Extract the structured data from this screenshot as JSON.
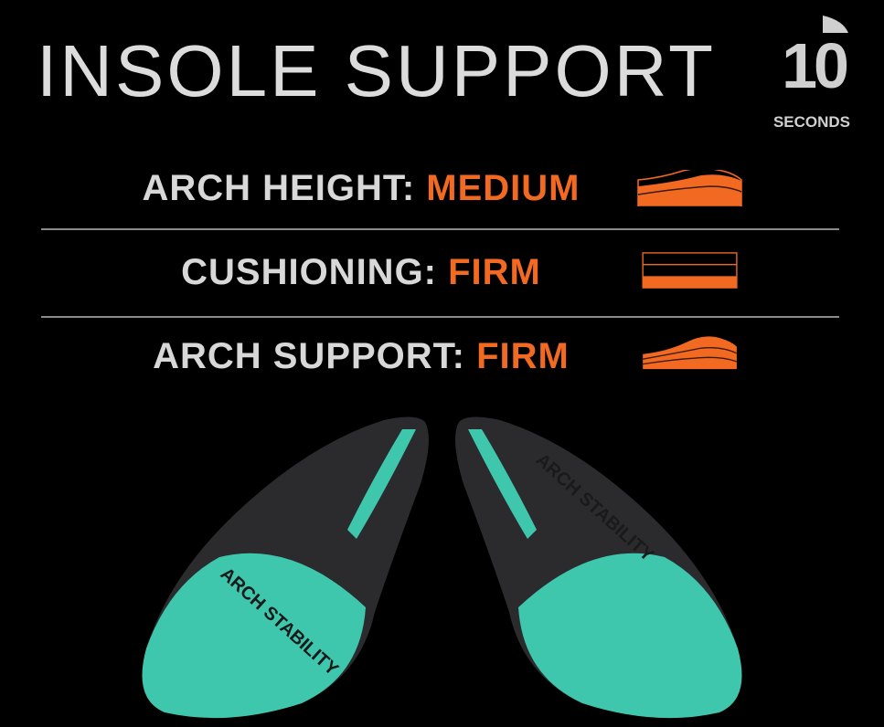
{
  "title": "INSOLE SUPPORT",
  "logo": {
    "number": "10",
    "text": "SECONDS"
  },
  "specs": [
    {
      "label": "ARCH HEIGHT:",
      "value": "MEDIUM",
      "icon": "arch-height-medium-icon"
    },
    {
      "label": "CUSHIONING:",
      "value": "FIRM",
      "icon": "cushioning-firm-icon"
    },
    {
      "label": "ARCH SUPPORT:",
      "value": "FIRM",
      "icon": "arch-support-firm-icon"
    }
  ],
  "insole_imprint": "ARCH STABILITY",
  "colors": {
    "accent": "#f26a21",
    "text": "#d8d8d8",
    "insole_teal": "#3fc7ae",
    "insole_dark": "#2b2b2d"
  }
}
